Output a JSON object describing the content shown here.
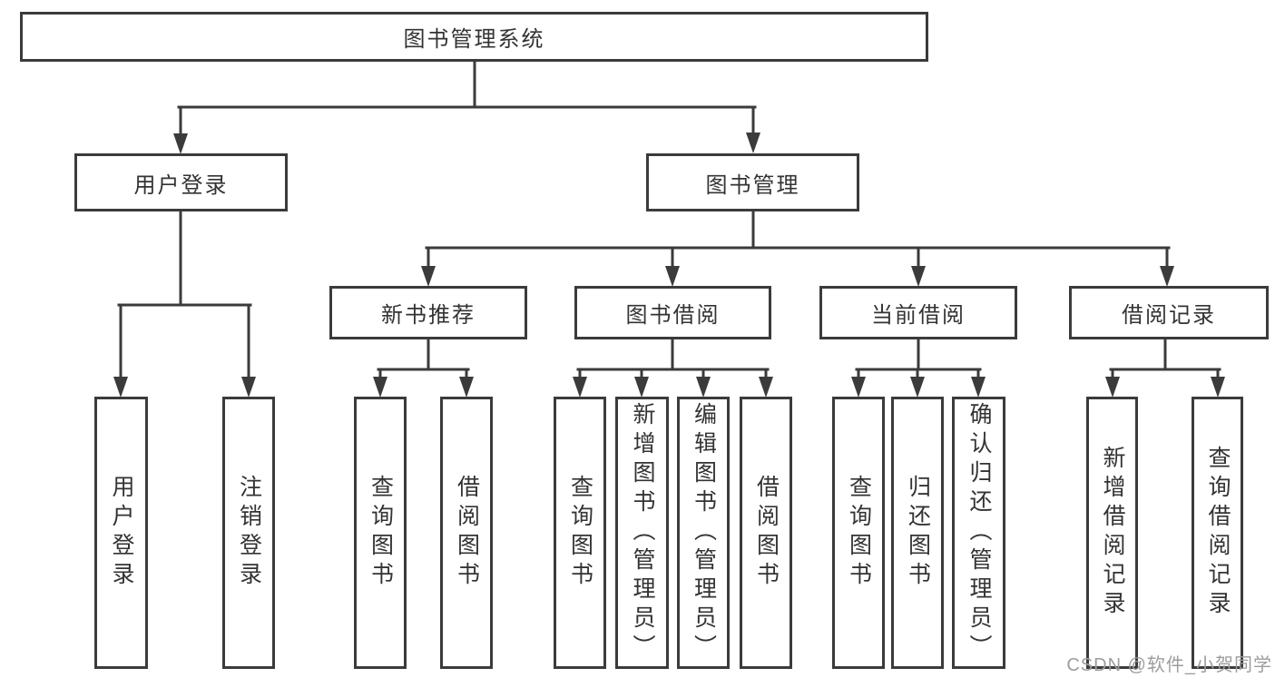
{
  "nodes": {
    "root": "图书管理系统",
    "user_login": "用户登录",
    "book_mgmt": "图书管理",
    "new_book_rec": "新书推荐",
    "book_borrow": "图书借阅",
    "current_borrow": "当前借阅",
    "borrow_records": "借阅记录",
    "leaf_user_login": "用户登录",
    "leaf_logout": "注销登录",
    "leaf_query_book_1": "查询图书",
    "leaf_borrow_book_1": "借阅图书",
    "leaf_query_book_2": "查询图书",
    "leaf_add_book": "新增图书（管理员）",
    "leaf_edit_book": "编辑图书（管理员）",
    "leaf_borrow_book_2": "借阅图书",
    "leaf_query_book_3": "查询图书",
    "leaf_return_book": "归还图书",
    "leaf_confirm_return": "确认归还（管理员）",
    "leaf_add_borrow_record": "新增借阅记录",
    "leaf_query_borrow_record": "查询借阅记录"
  },
  "watermark": "CSDN @软件_小贺同学",
  "colors": {
    "line": "#3b3b3b",
    "text": "#333333",
    "watermark": "#9d9d9d",
    "background": "#ffffff"
  }
}
